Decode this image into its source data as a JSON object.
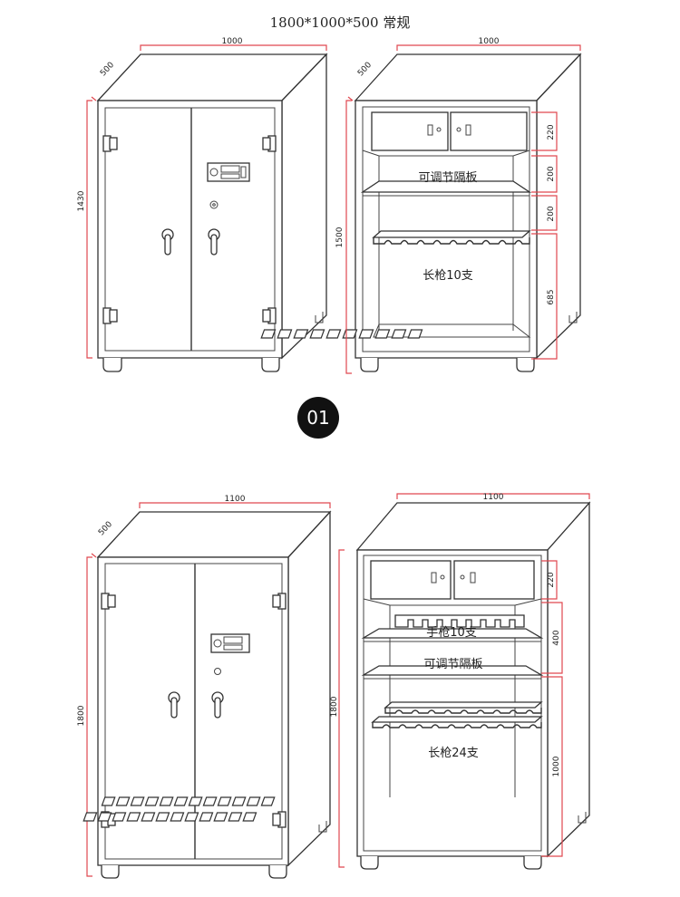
{
  "title": "1800*1000*500 常规",
  "badge": "01",
  "cabinet1": {
    "width": "1000",
    "depth": "500",
    "height": "1430"
  },
  "cabinet2": {
    "width": "1000",
    "depth": "500",
    "height": "1500",
    "section_dims": [
      "220",
      "200",
      "200",
      "685"
    ],
    "shelf_label": "可调节隔板",
    "long_gun_label": "长枪10支"
  },
  "cabinet3": {
    "width": "1100",
    "depth": "500",
    "height": "1800"
  },
  "cabinet4": {
    "width": "1100",
    "height": "1800",
    "section_dims": [
      "220",
      "400",
      "1000"
    ],
    "pistol_label": "手枪10支",
    "shelf_label": "可调节隔板",
    "long_gun_label": "长枪24支"
  }
}
